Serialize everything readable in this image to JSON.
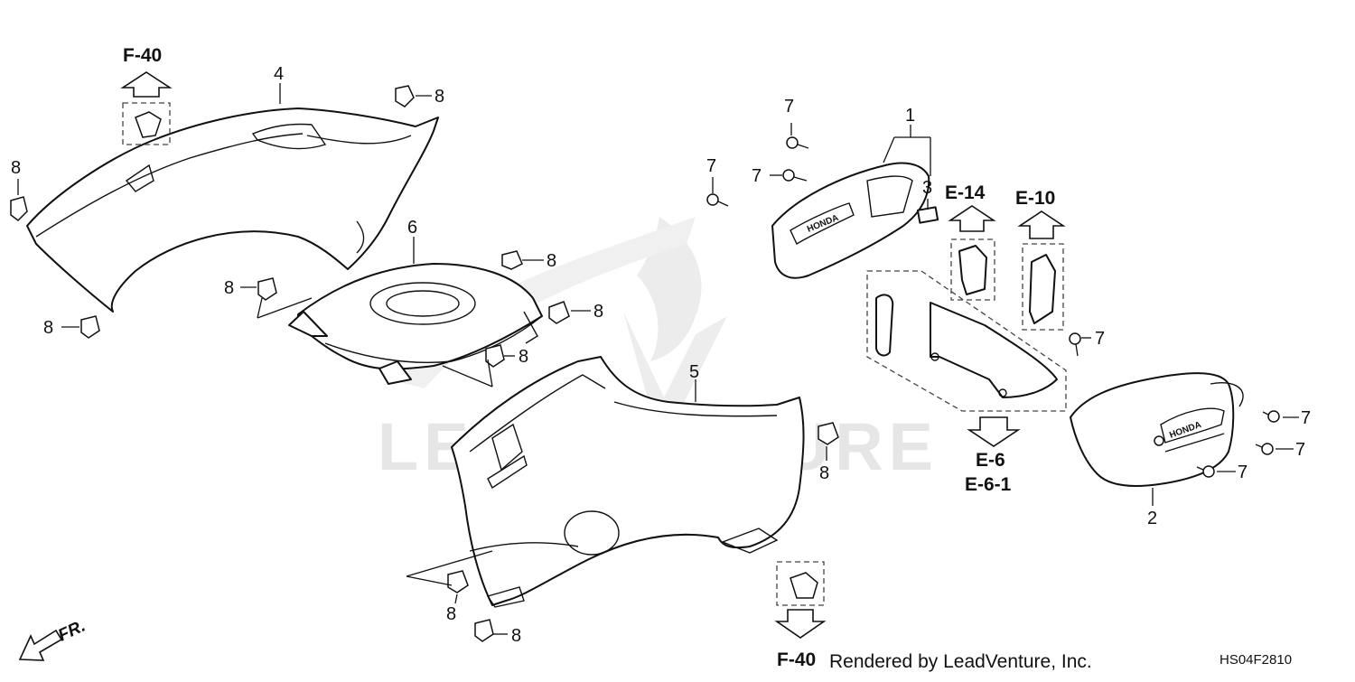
{
  "diagram": {
    "references": {
      "f40_top": "F-40",
      "f40_bottom": "F-40",
      "e14": "E-14",
      "e10": "E-10",
      "e6": "E-6",
      "e61": "E-6-1"
    },
    "callouts": {
      "p1": "1",
      "p2": "2",
      "p3": "3",
      "p4": "4",
      "p5": "5",
      "p6": "6",
      "p7": "7",
      "p8": "8"
    },
    "direction": "FR.",
    "watermark": "LEADVENTURE",
    "credit": "Rendered by LeadVenture, Inc.",
    "code": "HS04F2810"
  }
}
